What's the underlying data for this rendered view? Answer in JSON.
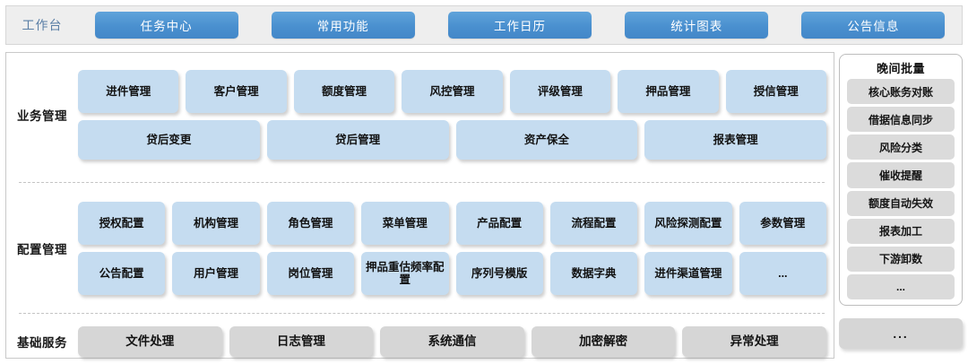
{
  "header": {
    "workbench_label": "工作台",
    "tabs": [
      {
        "label": "任务中心"
      },
      {
        "label": "常用功能"
      },
      {
        "label": "工作日历"
      },
      {
        "label": "统计图表"
      },
      {
        "label": "公告信息"
      }
    ],
    "tab_color": "#4a90cf",
    "background": "#eeeeee"
  },
  "sections": {
    "business": {
      "label": "业务管理",
      "tile_color": "#c5dcf0",
      "row1": [
        {
          "label": "进件管理"
        },
        {
          "label": "客户管理"
        },
        {
          "label": "额度管理"
        },
        {
          "label": "风控管理"
        },
        {
          "label": "评级管理"
        },
        {
          "label": "押品管理"
        },
        {
          "label": "授信管理"
        }
      ],
      "row2": [
        {
          "label": "贷后变更"
        },
        {
          "label": "贷后管理"
        },
        {
          "label": "资产保全"
        },
        {
          "label": "报表管理"
        }
      ]
    },
    "config": {
      "label": "配置管理",
      "tile_color": "#c5dcf0",
      "row1": [
        {
          "label": "授权配置"
        },
        {
          "label": "机构管理"
        },
        {
          "label": "角色管理"
        },
        {
          "label": "菜单管理"
        },
        {
          "label": "产品配置"
        },
        {
          "label": "流程配置"
        },
        {
          "label": "风险探测配置"
        },
        {
          "label": "参数管理"
        }
      ],
      "row2": [
        {
          "label": "公告配置"
        },
        {
          "label": "用户管理"
        },
        {
          "label": "岗位管理"
        },
        {
          "label": "押品重估频率配置"
        },
        {
          "label": "序列号模版"
        },
        {
          "label": "数据字典"
        },
        {
          "label": "进件渠道管理"
        },
        {
          "label": "..."
        }
      ]
    },
    "basic": {
      "label": "基础服务",
      "tile_color": "#d6d6d6",
      "row1": [
        {
          "label": "文件处理"
        },
        {
          "label": "日志管理"
        },
        {
          "label": "系统通信"
        },
        {
          "label": "加密解密"
        },
        {
          "label": "异常处理"
        }
      ]
    }
  },
  "night_batch": {
    "title": "晚间批量",
    "item_color": "#dbdbdb",
    "items": [
      {
        "label": "核心账务对账"
      },
      {
        "label": "借据信息同步"
      },
      {
        "label": "风险分类"
      },
      {
        "label": "催收提醒"
      },
      {
        "label": "额度自动失效"
      },
      {
        "label": "报表加工"
      },
      {
        "label": "下游卸数"
      },
      {
        "label": "..."
      }
    ]
  },
  "right_more": {
    "label": "..."
  }
}
